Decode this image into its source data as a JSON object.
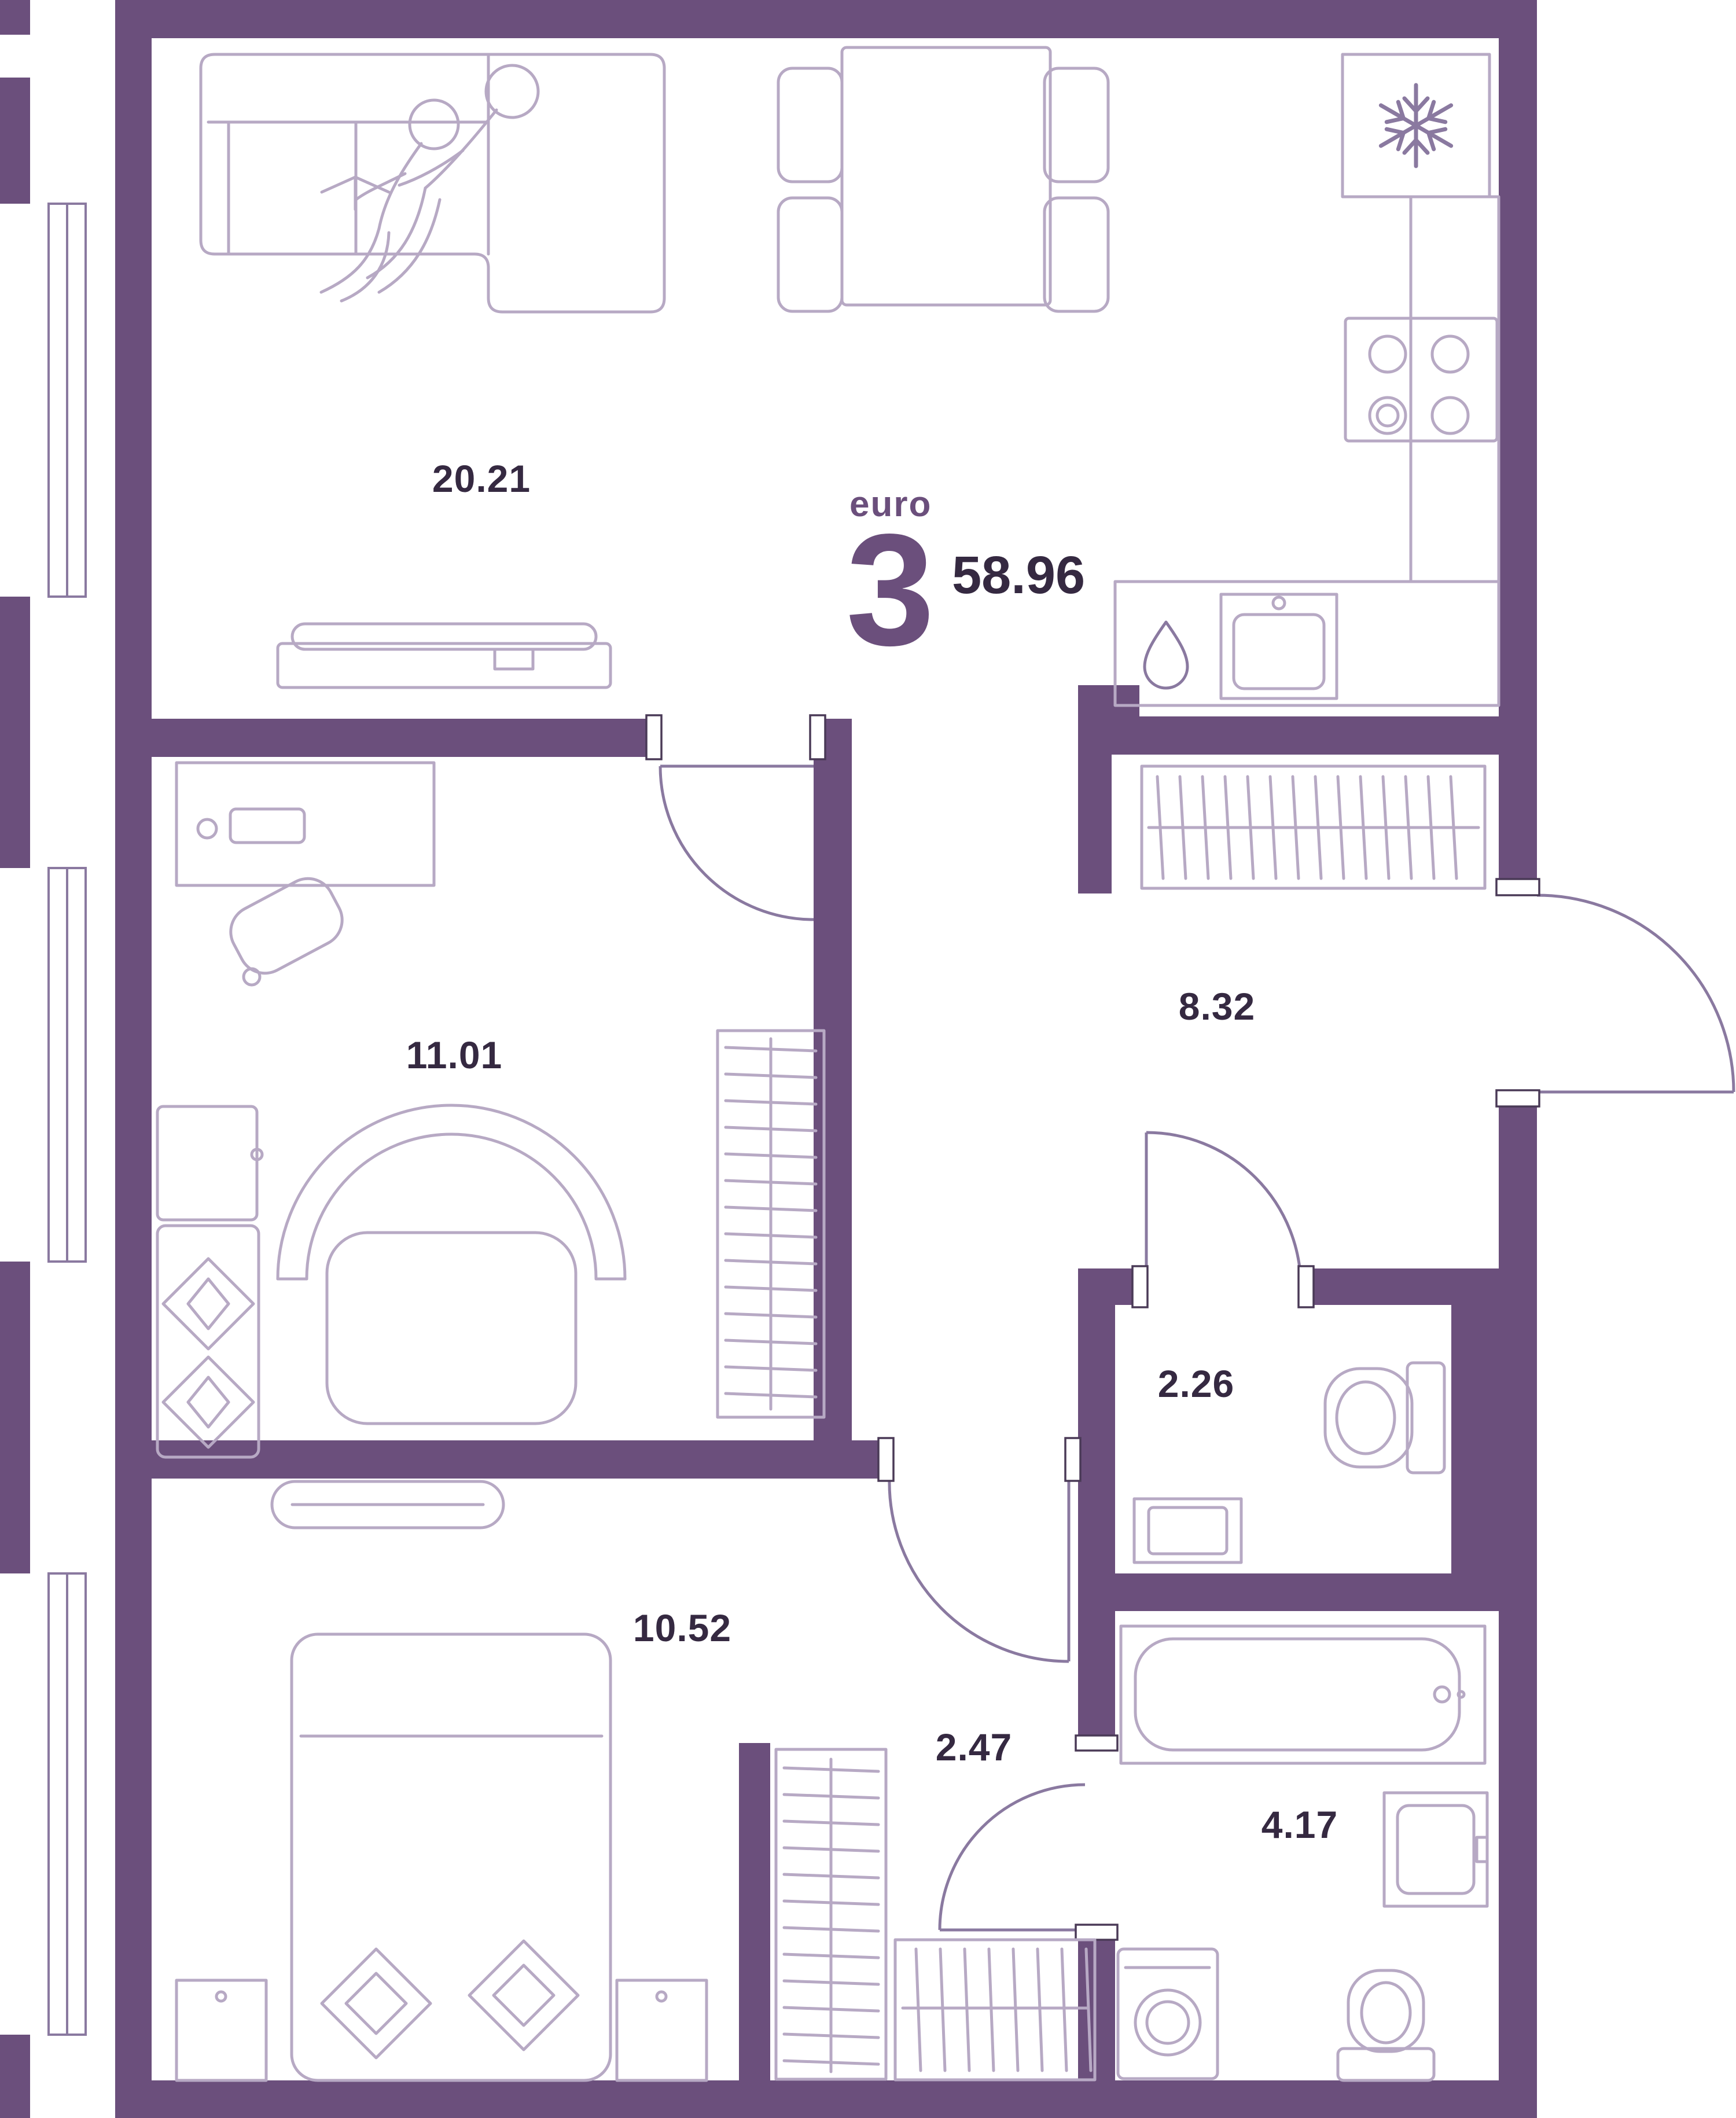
{
  "plan": {
    "unit": {
      "type_label": "euro",
      "rooms_count": "3",
      "total_area": "58.96"
    },
    "rooms": [
      {
        "id": "living-kitchen",
        "area": "20.21"
      },
      {
        "id": "office-bedroom",
        "area": "11.01"
      },
      {
        "id": "hallway",
        "area": "8.32"
      },
      {
        "id": "wc",
        "area": "2.26"
      },
      {
        "id": "bedroom",
        "area": "10.52"
      },
      {
        "id": "corridor",
        "area": "2.47"
      },
      {
        "id": "bathroom",
        "area": "4.17"
      }
    ],
    "colors": {
      "wall": "#6b4f7c",
      "furniture_line": "#b7a9c4",
      "door_line": "#8a79a0",
      "label_text": "#352941",
      "accent": "#6b4f7c"
    },
    "icons": [
      "snowflake-icon",
      "water-drop-icon"
    ]
  }
}
